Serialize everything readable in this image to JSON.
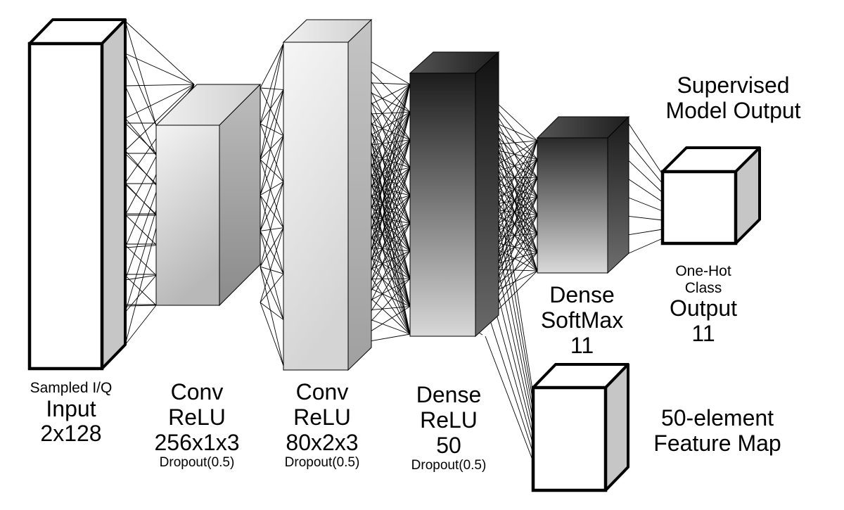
{
  "layers": [
    {
      "id": "input",
      "line1": "Sampled I/Q",
      "line2": "Input",
      "line3": "2x128",
      "line4": ""
    },
    {
      "id": "conv1",
      "line1": "Conv",
      "line2": "ReLU",
      "line3": "256x1x3",
      "line4": "Dropout(0.5)"
    },
    {
      "id": "conv2",
      "line1": "Conv",
      "line2": "ReLU",
      "line3": "80x2x3",
      "line4": "Dropout(0.5)"
    },
    {
      "id": "dense1",
      "line1": "Dense",
      "line2": "ReLU",
      "line3": "50",
      "line4": "Dropout(0.5)"
    },
    {
      "id": "dense2",
      "line1": "Dense",
      "line2": "SoftMax",
      "line3": "11",
      "line4": ""
    }
  ],
  "output": {
    "heading_line1": "Supervised",
    "heading_line2": "Model Output",
    "sub_line1": "One-Hot",
    "sub_line2": "Class",
    "main_line1": "Output",
    "main_line2": "11"
  },
  "feature_map": {
    "line1": "50-element",
    "line2": "Feature Map"
  },
  "colors": {
    "outline": "#000000",
    "white_face": "#ffffff",
    "gray_side": "#c8c8c8",
    "dark_block": "#202020"
  }
}
